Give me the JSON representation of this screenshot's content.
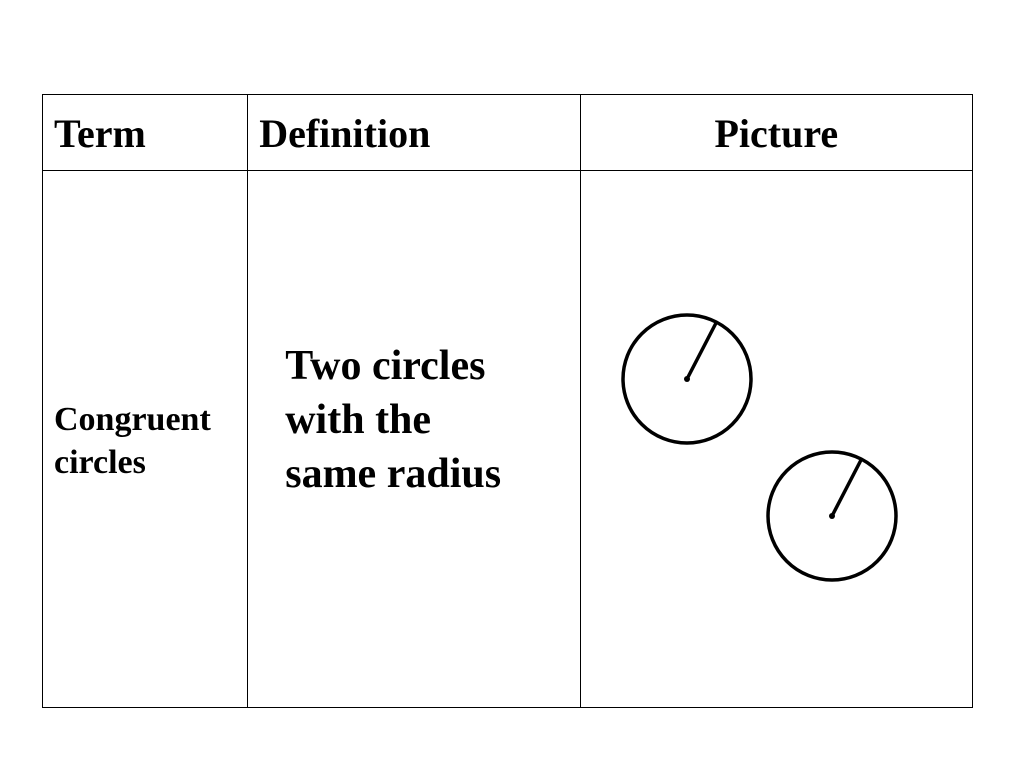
{
  "table": {
    "headers": {
      "term": "Term",
      "definition": "Definition",
      "picture": "Picture"
    },
    "rows": [
      {
        "term_line1": "Congruent",
        "term_line2": "circles",
        "definition_line1": "Two circles",
        "definition_line2": "with the",
        "definition_line3": "same radius",
        "picture_icon": "two-congruent-circles-with-radius-icon"
      }
    ]
  },
  "colors": {
    "ink": "#000000",
    "background": "#ffffff"
  }
}
